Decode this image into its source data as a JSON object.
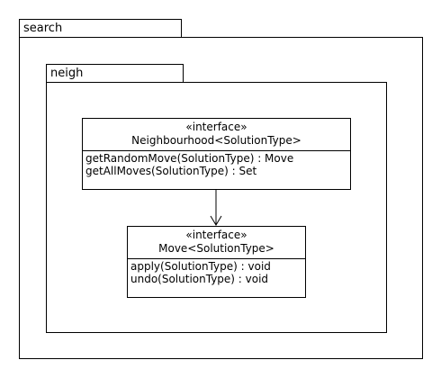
{
  "packages": {
    "outer": {
      "name": "search"
    },
    "inner": {
      "name": "neigh"
    }
  },
  "classes": {
    "neighbourhood": {
      "stereotype": "«interface»",
      "name": "Neighbourhood<SolutionType>",
      "operations": [
        "getRandomMove(SolutionType) : Move",
        "getAllMoves(SolutionType) : Set"
      ]
    },
    "move": {
      "stereotype": "«interface»",
      "name": "Move<SolutionType>",
      "operations": [
        "apply(SolutionType) : void",
        "undo(SolutionType) : void"
      ]
    }
  }
}
